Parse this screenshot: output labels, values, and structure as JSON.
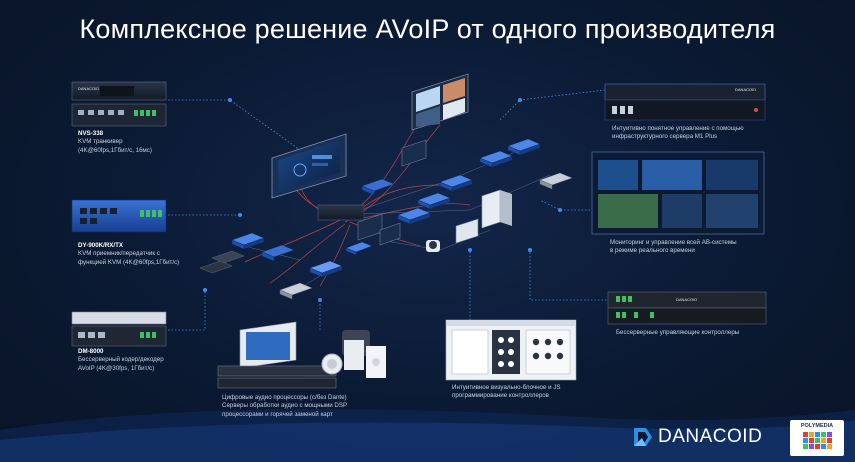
{
  "title": "Комплексное решение AVoIP от одного производителя",
  "captions": {
    "nvs": {
      "bold": "NVS-338",
      "lines": [
        "KVM транкивер",
        "(4K@60fps,1Гбит/с, 16мс)"
      ]
    },
    "dy": {
      "bold": "DY-900K/RX/TX",
      "lines": [
        "KVM приемник/передатчик с",
        "функцией KVM (4K@60fps,1Гбит/с)"
      ]
    },
    "dm": {
      "bold": "DM-8000",
      "lines": [
        "Бессерверный кодер/декодер",
        "AVoIP (4K@30fps, 1Гбит/с)"
      ]
    },
    "server": {
      "lines": [
        "Интуитивно понятное управление с помощью",
        "инфраструктурного сервера M1 Plus"
      ]
    },
    "monitoring": {
      "lines": [
        "Мониторинг и управление всей АВ-системы",
        "в режиме реального времени"
      ]
    },
    "controllers": {
      "lines": [
        "Бессерверные управляющие контроллеры"
      ]
    },
    "audio": {
      "lines": [
        "Цифровые аудио процессоры (с/без Dante)",
        "Серверы обработки аудио с мощными DSP",
        "процессорами и горячей заменой карт"
      ]
    },
    "programming": {
      "lines": [
        "Интуитивное визуально-блочное и JS",
        "программирование контроллеров"
      ]
    }
  },
  "logos": {
    "danacoid": "DANACOID",
    "polymedia": "POLYMEDIA"
  },
  "device_labels": {
    "nvs": "DANACOID",
    "server": "DANACOID",
    "controller": "DANACOID"
  },
  "colors": {
    "background": "#0b1a33",
    "accent": "#2f6fd6",
    "dots": "#3a8ff0",
    "cables": "#d84a4a",
    "text": "#c7d0de"
  }
}
